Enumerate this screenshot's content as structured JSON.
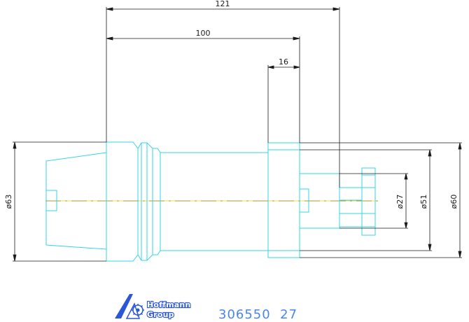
{
  "dimensions": {
    "length_total": "121",
    "length_gauge": "100",
    "flange_width": "16",
    "dia_clamp": "ø63",
    "dia_bore": "ø27",
    "dia_shank": "ø51",
    "dia_flange": "ø60"
  },
  "footer": {
    "brand_line1": "Hoffmann",
    "brand_line2": "Group",
    "part_number": "306550  27"
  },
  "colors": {
    "outline": "#35d4e6",
    "dimension": "#1a1a1a",
    "centerline": "#f0e040",
    "brand_blue": "#2b57d6",
    "part_number": "#4a86e8"
  },
  "icons": {
    "logo": "hoffmann-group-logo"
  }
}
